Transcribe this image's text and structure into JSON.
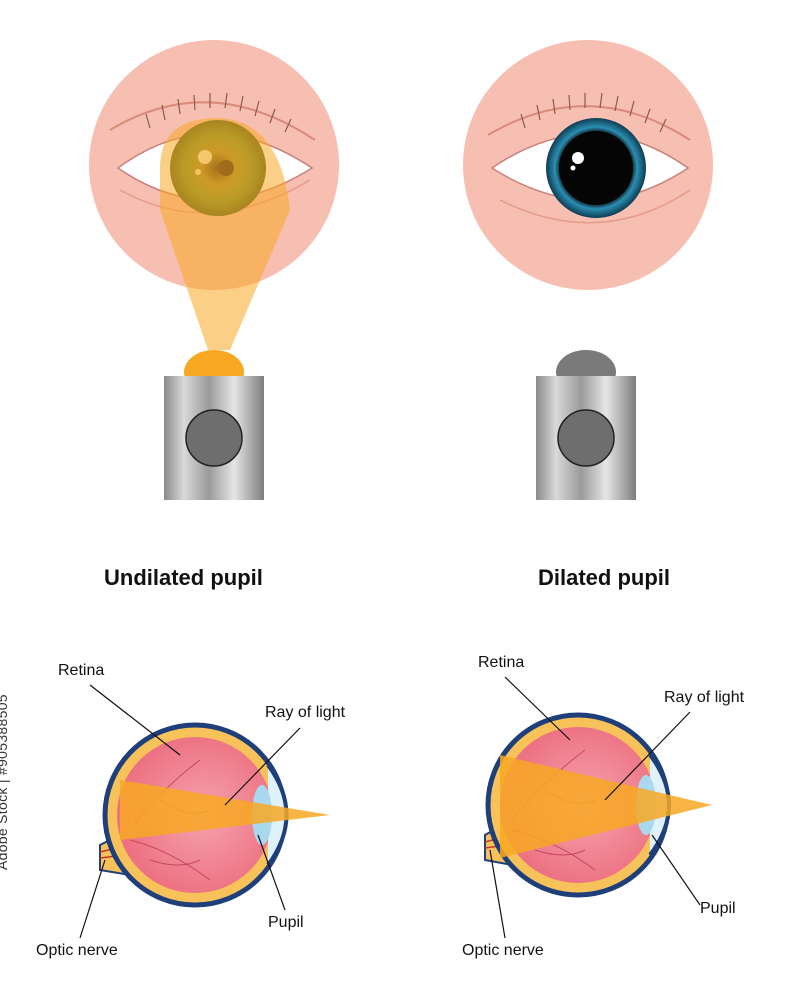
{
  "panels": {
    "left": {
      "title": "Undilated pupil",
      "labels": {
        "retina": "Retina",
        "ray": "Ray of light",
        "pupil": "Pupil",
        "optic_nerve": "Optic nerve"
      }
    },
    "right": {
      "title": "Dilated pupil",
      "labels": {
        "retina": "Retina",
        "ray": "Ray of light",
        "pupil": "Pupil",
        "optic_nerve": "Optic nerve"
      }
    }
  },
  "stock_id": "Adobe Stock | #905388505",
  "colors": {
    "skin": "#f6bfb2",
    "beam": "#f7a823",
    "iris_left": "#6e8a2e",
    "iris_right": "#1a4f6e",
    "sclera": "#ffffff",
    "retina": "#f37b8a",
    "eye_outline": "#1f3f7a"
  }
}
